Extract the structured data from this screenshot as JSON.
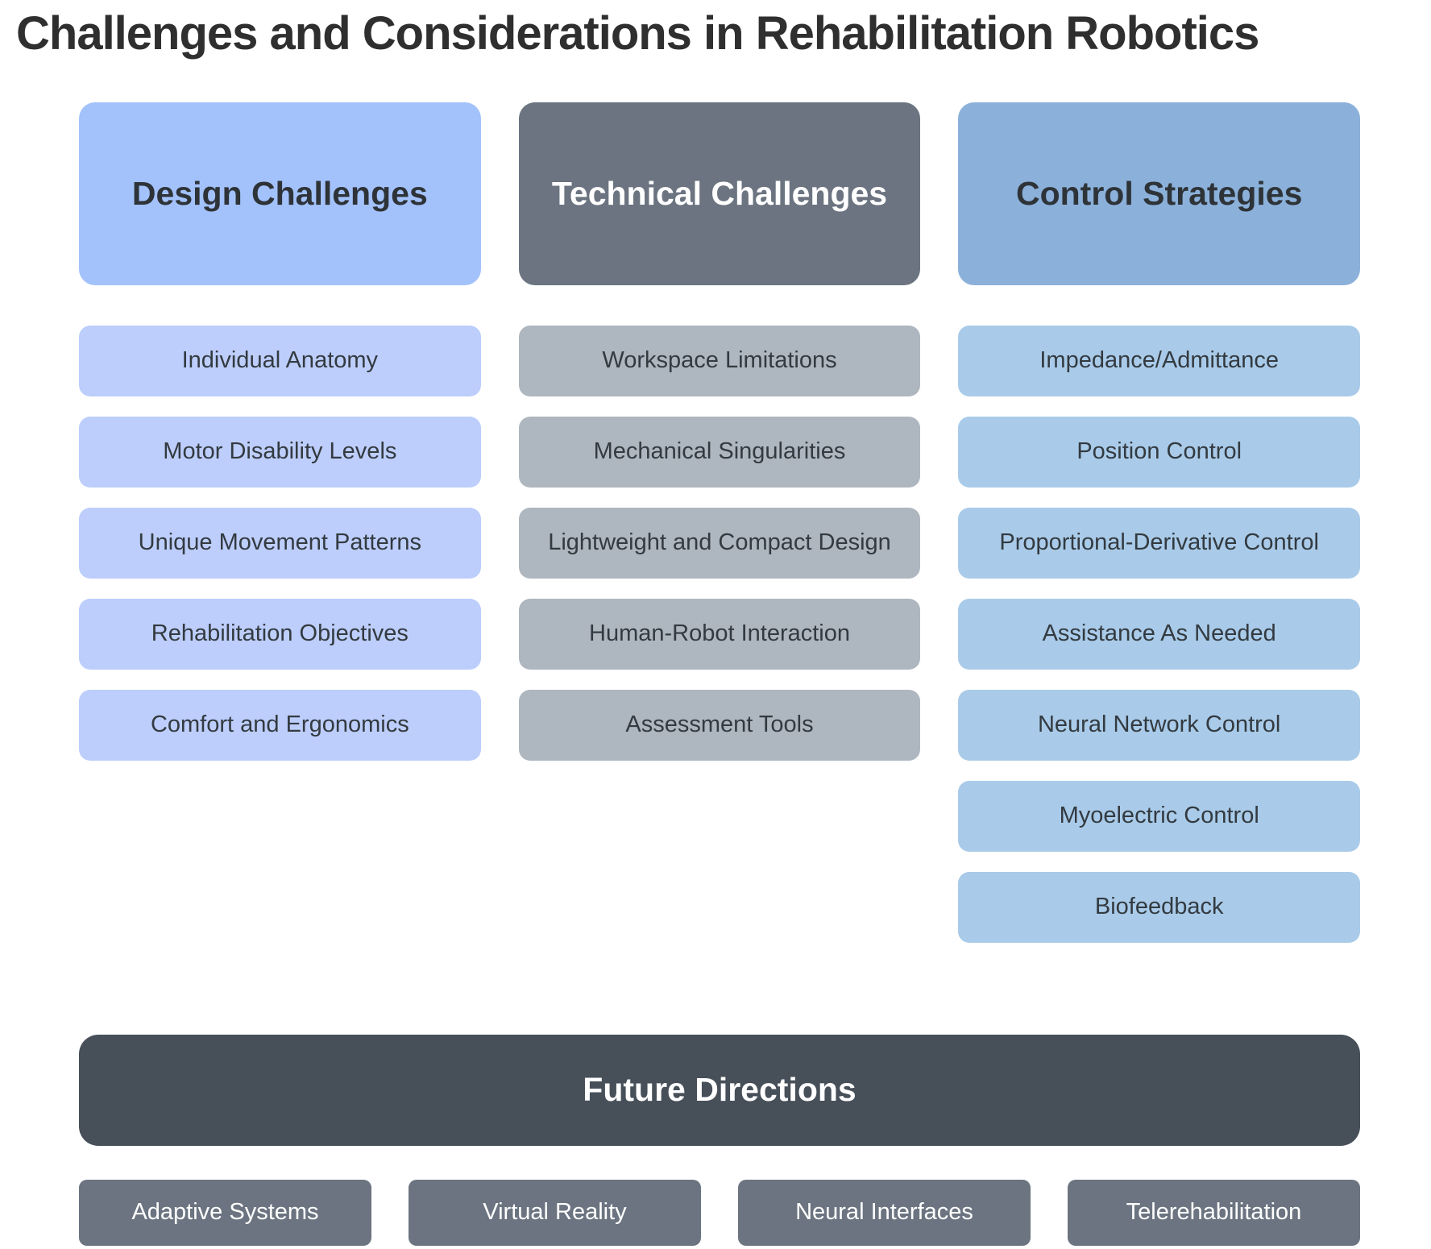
{
  "page_title": "Challenges and Considerations in Rehabilitation Robotics",
  "colors": {
    "design_header_bg": "#a3c2fb",
    "design_item_bg": "#bdcefc",
    "technical_header_bg": "#6b7480",
    "technical_item_bg": "#aeb6bf",
    "control_header_bg": "#8bb1da",
    "control_item_bg": "#a9cbe9",
    "future_banner_bg": "#474f59",
    "future_item_bg": "#6b7480",
    "dark_text": "#2e3338",
    "light_text": "#ffffff"
  },
  "columns": [
    {
      "header": "Design Challenges",
      "items": [
        "Individual Anatomy",
        "Motor Disability Levels",
        "Unique Movement Patterns",
        "Rehabilitation Objectives",
        "Comfort and Ergonomics"
      ]
    },
    {
      "header": "Technical Challenges",
      "items": [
        "Workspace Limitations",
        "Mechanical Singularities",
        "Lightweight and Compact Design",
        "Human-Robot Interaction",
        "Assessment Tools"
      ]
    },
    {
      "header": "Control Strategies",
      "items": [
        "Impedance/Admittance",
        "Position Control",
        "Proportional-Derivative Control",
        "Assistance As Needed",
        "Neural Network Control",
        "Myoelectric Control",
        "Biofeedback"
      ]
    }
  ],
  "future_directions": {
    "header": "Future Directions",
    "items": [
      "Adaptive Systems",
      "Virtual Reality",
      "Neural Interfaces",
      "Telerehabilitation"
    ]
  }
}
